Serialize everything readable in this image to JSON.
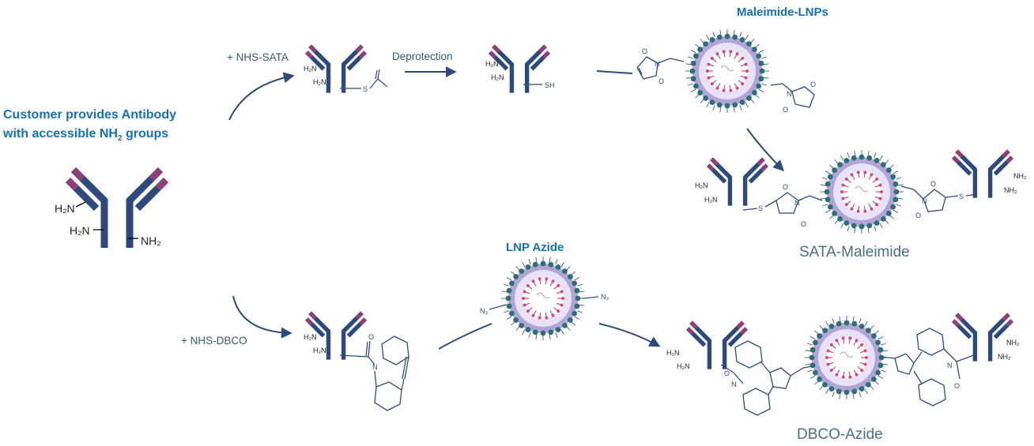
{
  "customer": {
    "line1": "Customer provides Antibody",
    "line2_pre": "with accessible NH",
    "line2_sub": "2",
    "line2_post": " groups"
  },
  "steps": {
    "nhs_sata": "+ NHS-SATA",
    "deprotection": "Deprotection",
    "nhs_dbco": "+ NHS-DBCO"
  },
  "titles": {
    "maleimide_lnps": "Maleimide-LNPs",
    "lnp_azide": "LNP Azide"
  },
  "results": {
    "sata_maleimide": "SATA-Maleimide",
    "dbco_azide": "DBCO-Azide"
  },
  "chem_labels": {
    "h2n": "H₂N",
    "nh2": "NH₂",
    "sh": "SH",
    "s": "S",
    "o": "O",
    "n": "N",
    "n3": "N₃"
  },
  "colors": {
    "antibody": "#2e4a7c",
    "antibody_tip": "#8e3f78",
    "arrow": "#2e4a7c",
    "title_blue": "#1670b8",
    "lnp_bead": "#2d6f74",
    "lnp_core": "#d4497b",
    "lnp_shell": "#a394cf"
  }
}
